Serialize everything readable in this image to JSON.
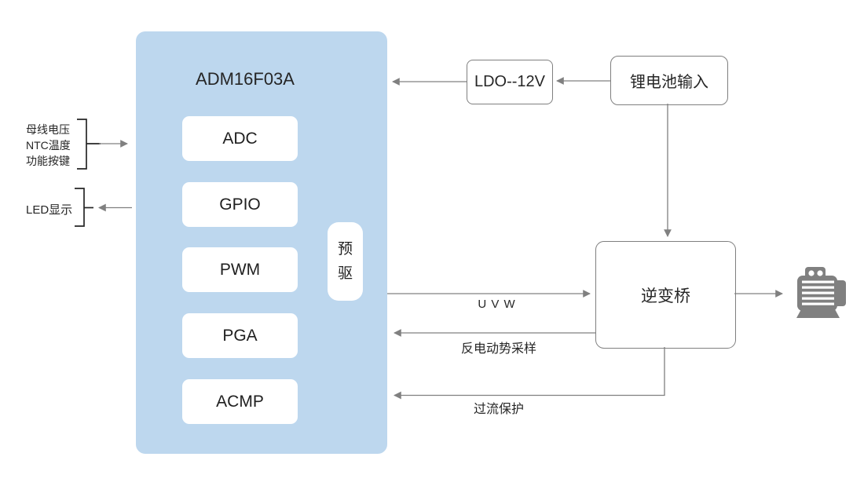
{
  "chip": {
    "title": "ADM16F03A",
    "modules": [
      "ADC",
      "GPIO",
      "PWM",
      "PGA",
      "ACMP"
    ],
    "predriver": "预驱"
  },
  "left_io": {
    "bus_signals": [
      "母线电压",
      "NTC温度",
      "功能按键"
    ],
    "led": "LED显示"
  },
  "power": {
    "ldo": "LDO--12V",
    "battery": "锂电池输入"
  },
  "inverter": {
    "label": "逆变桥"
  },
  "links": {
    "uvw": "U V W",
    "back_emf": "反电动势采样",
    "overcurrent": "过流保护"
  },
  "icons": {
    "motor": "motor-icon"
  },
  "colors": {
    "chip_fill": "#bdd7ee",
    "module_fill": "#ffffff",
    "box_border": "#7f7f7f",
    "wire": "#808080",
    "bracket": "#262626",
    "text": "#262626",
    "motor": "#808080",
    "background": "#ffffff"
  }
}
